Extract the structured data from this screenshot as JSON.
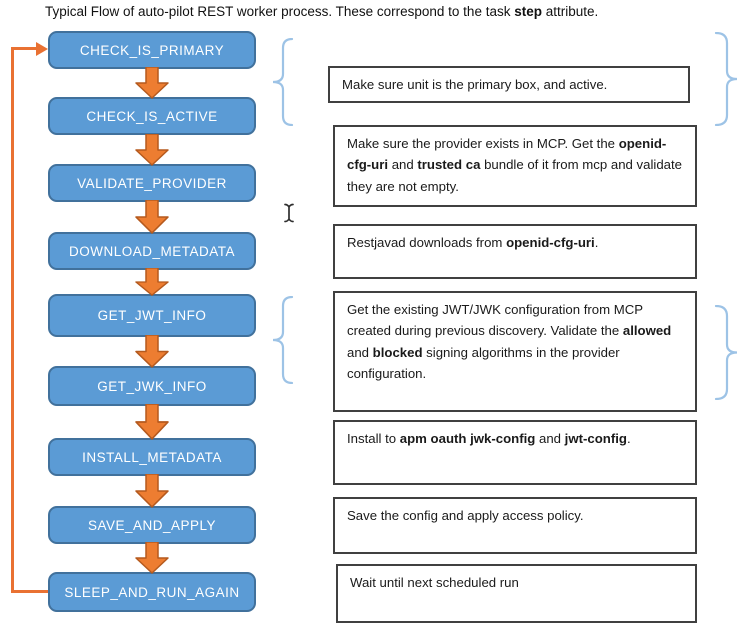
{
  "title": {
    "segments": [
      {
        "t": "Typical Flow of auto-pilot REST worker process. These correspond to the task "
      },
      {
        "t": "step",
        "b": true
      },
      {
        "t": " attribute."
      }
    ]
  },
  "flow": {
    "steps": [
      {
        "label": "CHECK_IS_PRIMARY"
      },
      {
        "label": "CHECK_IS_ACTIVE"
      },
      {
        "label": "VALIDATE_PROVIDER"
      },
      {
        "label": "DOWNLOAD_METADATA"
      },
      {
        "label": "GET_JWT_INFO"
      },
      {
        "label": "GET_JWK_INFO"
      },
      {
        "label": "INSTALL_METADATA"
      },
      {
        "label": "SAVE_AND_APPLY"
      },
      {
        "label": "SLEEP_AND_RUN_AGAIN"
      }
    ]
  },
  "notes": [
    {
      "segments": [
        {
          "t": "Make sure unit is the primary box, and active."
        }
      ]
    },
    {
      "segments": [
        {
          "t": "Make sure the provider exists in MCP. Get the "
        },
        {
          "t": "openid-cfg-uri",
          "b": true
        },
        {
          "t": " and "
        },
        {
          "t": "trusted ca",
          "b": true
        },
        {
          "t": " bundle of it from mcp and validate they are not empty."
        }
      ]
    },
    {
      "segments": [
        {
          "t": "Restjavad downloads from "
        },
        {
          "t": "openid-cfg-uri",
          "b": true
        },
        {
          "t": "."
        }
      ]
    },
    {
      "segments": [
        {
          "t": "Get the existing JWT/JWK configuration from MCP created during previous discovery. Validate the "
        },
        {
          "t": "allowed",
          "b": true
        },
        {
          "t": " and "
        },
        {
          "t": "blocked",
          "b": true
        },
        {
          "t": " signing algorithms in the provider configuration."
        }
      ]
    },
    {
      "segments": [
        {
          "t": "Install to "
        },
        {
          "t": "apm oauth jwk-config",
          "b": true
        },
        {
          "t": " and "
        },
        {
          "t": "jwt-config",
          "b": true
        },
        {
          "t": "."
        }
      ]
    },
    {
      "segments": [
        {
          "t": "Save the config and apply access policy."
        }
      ]
    },
    {
      "segments": [
        {
          "t": "Wait until next scheduled run"
        }
      ]
    }
  ],
  "icons": {
    "flow_arrow": "block-arrow-down",
    "loop_arrow": "elbow-arrow-left-up",
    "brace": "curly-brace",
    "text_cursor": "i-beam"
  },
  "colors": {
    "boxFill": "#5B9BD5",
    "boxBorder": "#41719C",
    "boxText": "#FFFFFF",
    "arrowFill": "#ED7D31",
    "arrowBorder": "#B55A1E",
    "loop": "#E97132",
    "brace": "#9DC3E6",
    "noteBorder": "#404040",
    "noteText": "#1A1A1A"
  }
}
